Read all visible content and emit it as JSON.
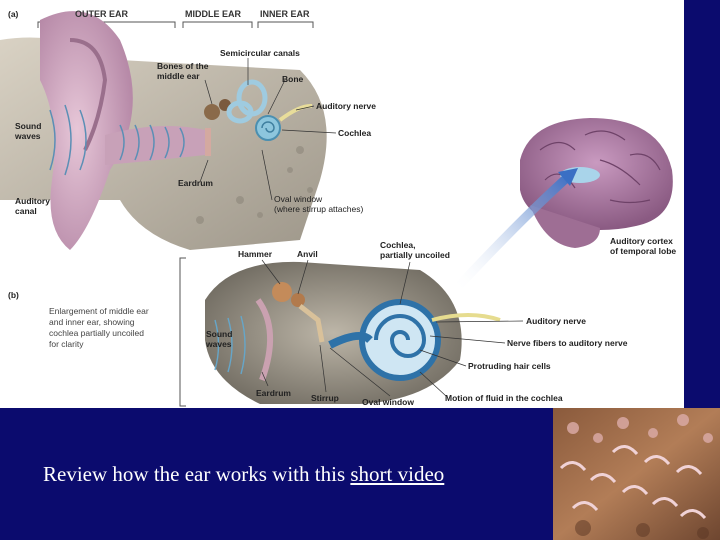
{
  "figure": {
    "panel_a": "(a)",
    "panel_b": "(b)",
    "headers": {
      "outer": "OUTER EAR",
      "middle": "MIDDLE EAR",
      "inner": "INNER EAR"
    },
    "labels_a": {
      "semicircular": "Semicircular canals",
      "bones": "Bones of the\nmiddle ear",
      "bone": "Bone",
      "auditory_nerve": "Auditory nerve",
      "cochlea": "Cochlea",
      "sound_waves": "Sound\nwaves",
      "eardrum": "Eardrum",
      "auditory_canal": "Auditory\ncanal",
      "oval_window": "Oval window\n(where stirrup attaches)",
      "auditory_cortex": "Auditory cortex\nof temporal lobe"
    },
    "labels_b": {
      "hammer": "Hammer",
      "anvil": "Anvil",
      "cochlea_uncoiled": "Cochlea,\npartially uncoiled",
      "sound_waves": "Sound\nwaves",
      "auditory_nerve": "Auditory nerve",
      "nerve_fibers": "Nerve fibers to auditory nerve",
      "hair_cells": "Protruding hair cells",
      "eardrum": "Eardrum",
      "stirrup": "Stirrup",
      "oval_window": "Oval window",
      "fluid_motion": "Motion of fluid in the cochlea"
    },
    "caption_b": "Enlargement of middle ear\nand inner ear, showing\ncochlea partially uncoiled\nfor clarity"
  },
  "footer": {
    "text": "Review how the ear works with this ",
    "link": "short video"
  },
  "colors": {
    "background": "#0b0b6e",
    "figure_bg": "#ffffff",
    "text_on_dark": "#ffffff"
  }
}
